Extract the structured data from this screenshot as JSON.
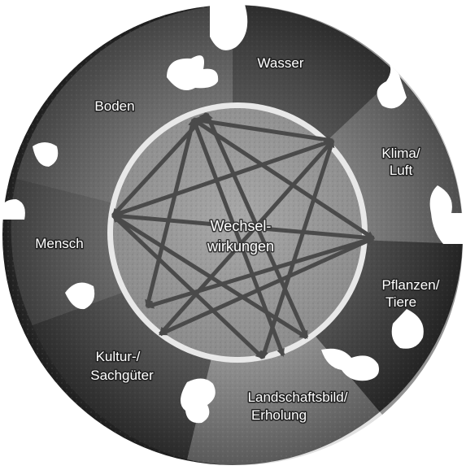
{
  "center": {
    "line1": "Wechsel-",
    "line2": "wirkungen"
  },
  "segments": [
    {
      "id": "wasser",
      "lines": [
        "Wasser"
      ]
    },
    {
      "id": "klima-luft",
      "lines": [
        "Klima/",
        "Luft"
      ]
    },
    {
      "id": "pflanzen-tiere",
      "lines": [
        "Pflanzen/",
        "Tiere"
      ]
    },
    {
      "id": "landschaftsbild-erholung",
      "lines": [
        "Landschaftsbild/",
        "Erholung"
      ]
    },
    {
      "id": "kultur-sachgueter",
      "lines": [
        "Kultur-/",
        "Sachgüter"
      ]
    },
    {
      "id": "mensch",
      "lines": [
        "Mensch"
      ]
    },
    {
      "id": "boden",
      "lines": [
        "Boden"
      ]
    }
  ],
  "colors": {
    "ring_dark": "#2e2e2e",
    "ring_mid": "#6a6a6a",
    "center_fill": "#9a9a9a",
    "center_border": "#e8e8e8",
    "arrow": "#4a4a4a",
    "label_text": "#ffffff"
  }
}
